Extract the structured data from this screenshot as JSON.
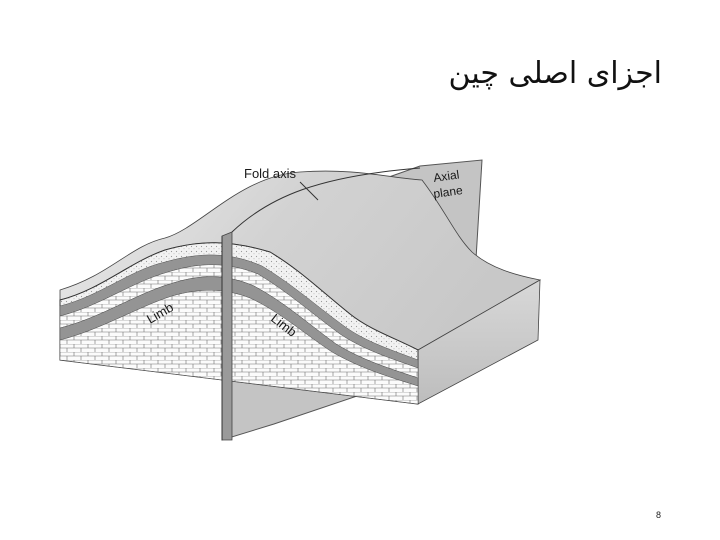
{
  "slide": {
    "title": "اجزای اصلی چین",
    "page_number": "8"
  },
  "diagram": {
    "fold_axis_label": "Fold axis",
    "axial_plane_label_line1": "Axial",
    "axial_plane_label_line2": "plane",
    "limb_left_label": "Limb",
    "limb_right_label": "Limb"
  }
}
